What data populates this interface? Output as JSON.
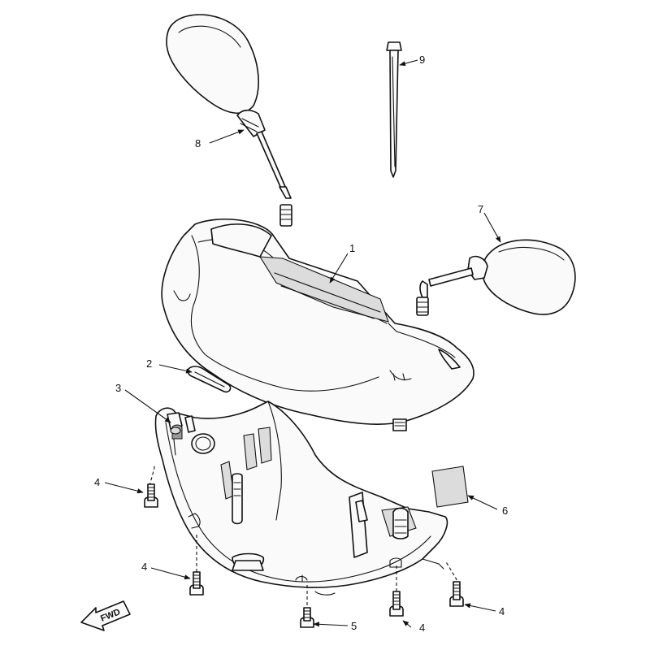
{
  "callouts": {
    "c1": "1",
    "c2": "2",
    "c3": "3",
    "c4a": "4",
    "c4b": "4",
    "c4c": "4",
    "c4d": "4",
    "c5": "5",
    "c6": "6",
    "c7": "7",
    "c8": "8",
    "c9": "9"
  },
  "fwd_label": "FWD"
}
